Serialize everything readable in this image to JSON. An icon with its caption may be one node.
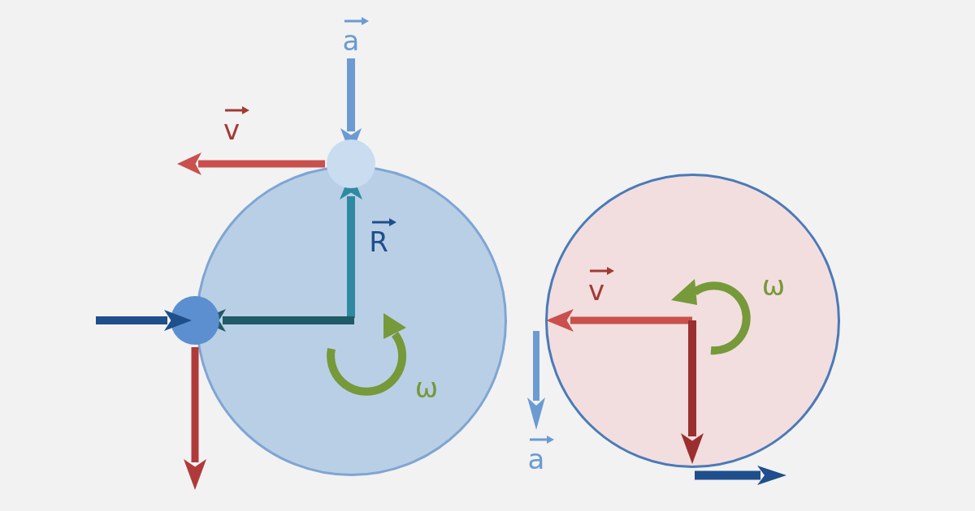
{
  "diagram": {
    "nodes": [
      {
        "text": [],
        "shape": "circle"
      },
      {
        "text": [],
        "shape": "circle"
      },
      {
        "text": [],
        "shape": "circle"
      },
      {
        "text": [],
        "shape": "circle"
      }
    ],
    "labels": [
      "a",
      "v",
      "R",
      "ω",
      "v",
      "ω",
      "a"
    ]
  }
}
